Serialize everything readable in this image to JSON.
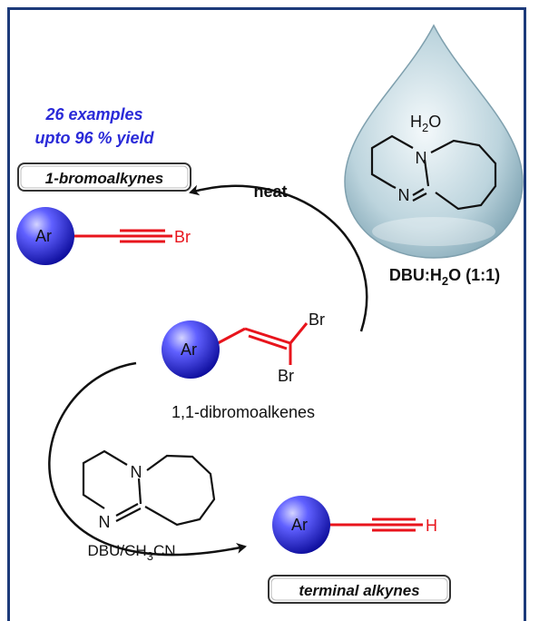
{
  "stats": {
    "examples": "26 examples",
    "yield": "upto 96 % yield"
  },
  "labels": {
    "bromoalkynes": "1-bromoalkynes",
    "terminal_alkynes": "terminal alkynes",
    "dibromoalkenes": "1,1-dibromoalkenes",
    "neat": "neat",
    "dbu_h2o": "DBU:H2O (1:1)",
    "dbu_ch3cn": "DBU/CH3CN"
  },
  "atoms": {
    "ar": "Ar",
    "br": "Br",
    "h": "H",
    "n": "N",
    "water": "H2O"
  },
  "colors": {
    "frame": "#1c3a7a",
    "stats_text": "#2a2ad8",
    "bond_red": "#e8141c",
    "sphere_blue": "#2f2ff0",
    "arrow": "#111111"
  }
}
